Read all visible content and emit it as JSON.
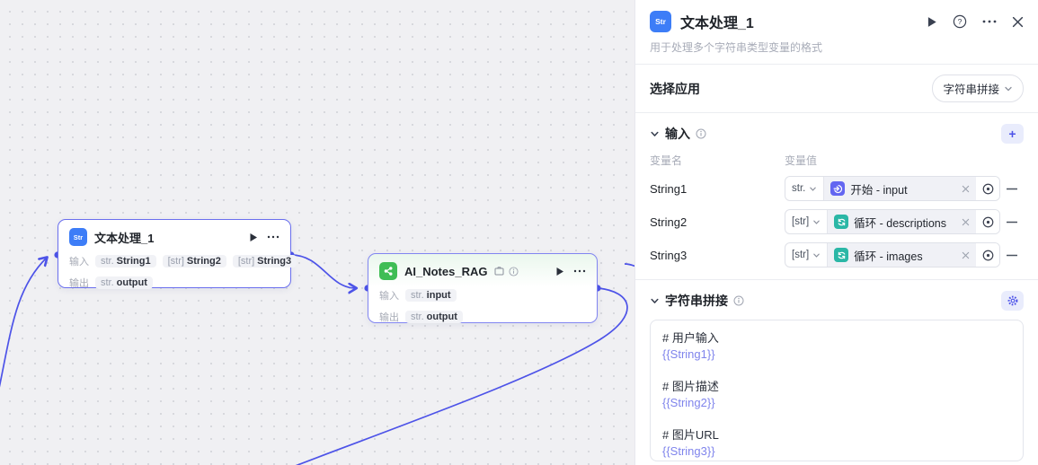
{
  "colors": {
    "accent": "#4d53e8",
    "edge": "#4d53e8",
    "node_icon_blue": "#3d7df7",
    "start_icon_bg": "#6366f1",
    "loop_icon_bg": "#2bb7a6",
    "green_icon_bg": "#3fbd55"
  },
  "canvas": {
    "node1": {
      "icon_label": "Str",
      "title": "文本处理_1",
      "input_label": "输入",
      "output_label": "输出",
      "inputs": [
        {
          "type": "str.",
          "name": "String1"
        },
        {
          "type": "[str]",
          "name": "String2"
        },
        {
          "type": "[str]",
          "name": "String3"
        }
      ],
      "output": {
        "type": "str.",
        "name": "output"
      }
    },
    "node2": {
      "title": "AI_Notes_RAG",
      "input_label": "输入",
      "output_label": "输出",
      "input": {
        "type": "str.",
        "name": "input"
      },
      "output": {
        "type": "str.",
        "name": "output"
      }
    }
  },
  "panel": {
    "icon_label": "Str",
    "title": "文本处理_1",
    "description": "用于处理多个字符串类型变量的格式",
    "app_row": {
      "label": "选择应用",
      "value": "字符串拼接"
    },
    "inputs": {
      "title": "输入",
      "col_name": "变量名",
      "col_value": "变量值",
      "rows": [
        {
          "name": "String1",
          "type": "str.",
          "ref": "开始 - input"
        },
        {
          "name": "String2",
          "type": "[str]",
          "ref": "循环 - descriptions"
        },
        {
          "name": "String3",
          "type": "[str]",
          "ref": "循环 - images"
        }
      ]
    },
    "concat": {
      "title": "字符串拼接",
      "lines": [
        "# 用户输入",
        "{{String1}}",
        "",
        "# 图片描述",
        "{{String2}}",
        "",
        "# 图片URL",
        "{{String3}}"
      ]
    }
  }
}
